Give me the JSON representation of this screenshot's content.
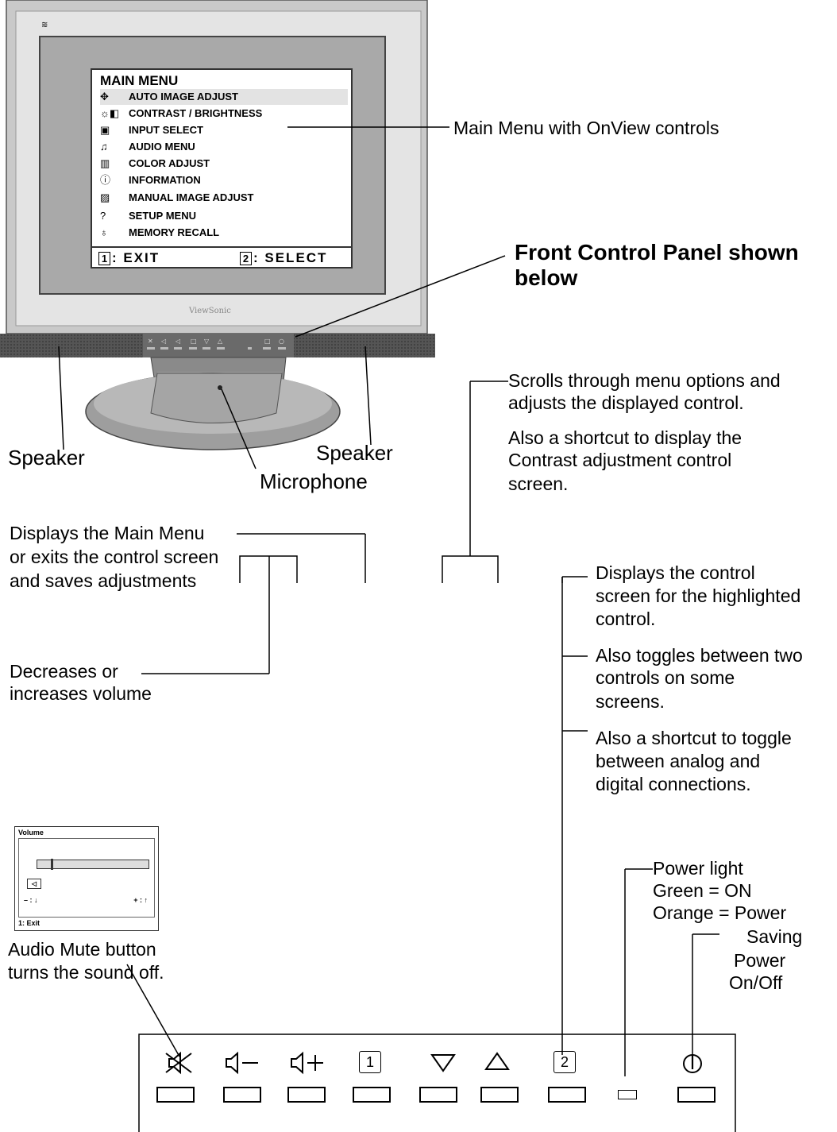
{
  "monitor": {
    "brand_mark": "ViewSonic",
    "main_menu": {
      "title": "MAIN MENU",
      "items": [
        {
          "icon": "move-icon",
          "glyph": "✥",
          "label": "AUTO IMAGE ADJUST"
        },
        {
          "icon": "sun-contrast-icon",
          "glyph": "☼◧",
          "label": "CONTRAST / BRIGHTNESS"
        },
        {
          "icon": "input-icon",
          "glyph": "▣",
          "label": "INPUT SELECT"
        },
        {
          "icon": "audio-icon",
          "glyph": "♫",
          "label": "AUDIO MENU"
        },
        {
          "icon": "color-icon",
          "glyph": "▥",
          "label": "COLOR ADJUST"
        },
        {
          "icon": "info-icon",
          "glyph": "ⓘ",
          "label": "INFORMATION"
        },
        {
          "icon": "image-adjust-icon",
          "glyph": "▨",
          "label": "MANUAL IMAGE ADJUST"
        },
        {
          "icon": "setup-icon",
          "glyph": "?",
          "label": "SETUP MENU"
        },
        {
          "icon": "memory-icon",
          "glyph": "♁",
          "label": "MEMORY RECALL"
        }
      ],
      "footer_exit_key": "1",
      "footer_exit": ": EXIT",
      "footer_select_key": "2",
      "footer_select": ": SELECT"
    }
  },
  "labels": {
    "main_menu_callout": "Main Menu with OnView controls",
    "front_panel_line1": "Front Control Panel shown",
    "front_panel_line2": "below",
    "speaker_left": "Speaker",
    "speaker_right": "Speaker",
    "microphone": "Microphone",
    "scroll_l1": "Scrolls through menu options and",
    "scroll_l2": "adjusts the displayed control.",
    "scroll_l3": "Also a shortcut to display the",
    "scroll_l4": "Contrast adjustment control",
    "scroll_l5": "screen.",
    "displays_l1": "Displays the Main Menu",
    "displays_l2": "or exits the control screen",
    "displays_l3": "and saves adjustments",
    "select_l1": "Displays the control",
    "select_l2": "screen for the highlighted",
    "select_l3": "control.",
    "toggle_l1": "Also toggles between two",
    "toggle_l2": "controls on some",
    "toggle_l3": "screens.",
    "shortcut_l1": "Also a shortcut to toggle",
    "shortcut_l2": "between analog and",
    "shortcut_l3": "digital connections.",
    "volume_l1": "Decreases or",
    "volume_l2": "increases volume",
    "mute_l1": "Audio Mute button",
    "mute_l2": "turns the sound off.",
    "power_light_l1": "Power light",
    "power_light_l2": "Green = ON",
    "power_light_l3": "Orange = Power",
    "power_light_l4": "Saving",
    "power_l1": "Power",
    "power_l2": "On/Off"
  },
  "volume_screen": {
    "title": "Volume",
    "minus": "– : ↓",
    "plus": "+ : ↑",
    "exit": "1: Exit",
    "level": 0.12
  },
  "panel_buttons": [
    {
      "name": "mute-button",
      "icon": "mute-icon",
      "glyph": "🔇︎"
    },
    {
      "name": "volume-down-button",
      "icon": "volume-down-icon",
      "glyph": "◁–"
    },
    {
      "name": "volume-up-button",
      "icon": "volume-up-icon",
      "glyph": "◁+"
    },
    {
      "name": "button-1",
      "icon": "key-1-icon",
      "glyph": "1"
    },
    {
      "name": "down-button",
      "icon": "triangle-down-icon",
      "glyph": "▽"
    },
    {
      "name": "up-button",
      "icon": "triangle-up-icon",
      "glyph": "△"
    },
    {
      "name": "button-2",
      "icon": "key-2-icon",
      "glyph": "2"
    },
    {
      "name": "power-light",
      "icon": "led-icon",
      "glyph": ""
    },
    {
      "name": "power-button",
      "icon": "power-icon",
      "glyph": "⏻"
    }
  ]
}
